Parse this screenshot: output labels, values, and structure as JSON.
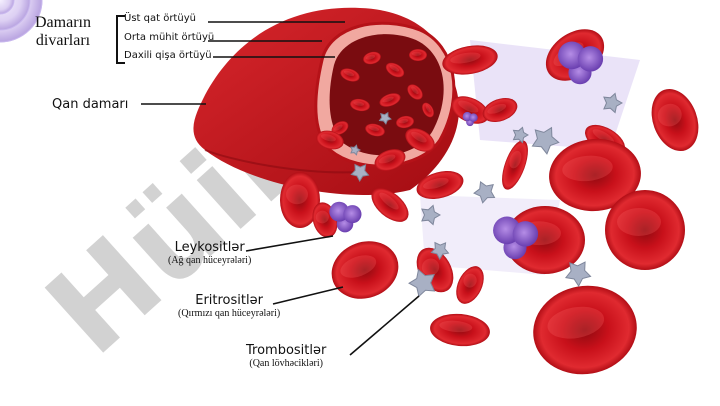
{
  "title_wall": {
    "line1": "Damarın",
    "line2": "divarları"
  },
  "wall_layers": [
    "Üst qat örtüyü",
    "Orta mühit örtüyü",
    "Daxili qişa örtüyü"
  ],
  "vessel_label": "Qan damarı",
  "cells": [
    {
      "name": "Leykositlər",
      "sub": "(Ağ qan hüceyrələri)"
    },
    {
      "name": "Eritrositlər",
      "sub": "(Qırmızı qan hüceyrələri)"
    },
    {
      "name": "Trombositlər",
      "sub": "(Qan lövhəcikləri)"
    }
  ],
  "watermark": "Hüin",
  "colors": {
    "rbc": "#c8101a",
    "rbc_dark": "#8a0a10",
    "wbc": "#9b6fd6",
    "platelet": "#9aa3b8",
    "vessel": "#c0141c",
    "label_line": "#111111"
  }
}
